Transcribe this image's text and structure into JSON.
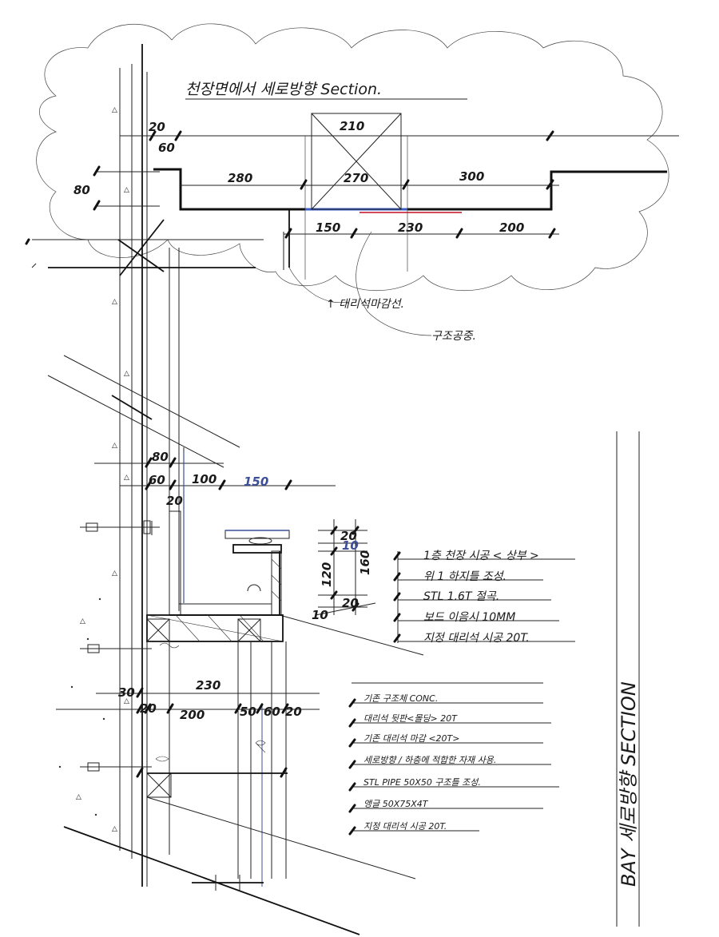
{
  "title": "천장면에서 세로방향 Section.",
  "vertical_title": "BAY 세로방향 SECTION",
  "top_dims": {
    "d210": "210",
    "d80a": "80",
    "d20": "20",
    "d60": "60",
    "d280": "280",
    "d270": "270",
    "d300": "300",
    "d150": "150",
    "d230": "230",
    "d200": "200"
  },
  "callouts": {
    "ceiling_molding": "↑ 대리석마감선.",
    "structure": "구조공중."
  },
  "mid_dims": {
    "d80": "80",
    "d60": "60",
    "d100": "100",
    "d150": "150",
    "d20": "20"
  },
  "right_dims": {
    "d160": "160",
    "d120": "120",
    "d20a": "20",
    "d20b": "20",
    "d10a": "10",
    "d10b": "10"
  },
  "notes_right": [
    "1층 천장 시공 < 상부 >",
    "위 1 하지틀 조성.",
    "STL 1.6T 절곡.",
    "보드 이음시 10MM",
    "지정 대리석 시공 20T."
  ],
  "lower_dims": {
    "d230": "230",
    "d30": "30",
    "d20a": "20",
    "d200": "200",
    "d50": "50",
    "d60": "60",
    "d20b": "20"
  },
  "notes_lower": [
    "기존 구조체 CONC.",
    "대리석 뒷판<몰딩> 20T",
    "기존 대리석 마감 <20T>",
    "세로방향 / 하층에 적합한 자재 사용.",
    "STL PIPE 50X50 구조틀 조성.",
    "앵글 50X75X4T",
    "지정 대리석 시공 20T."
  ]
}
